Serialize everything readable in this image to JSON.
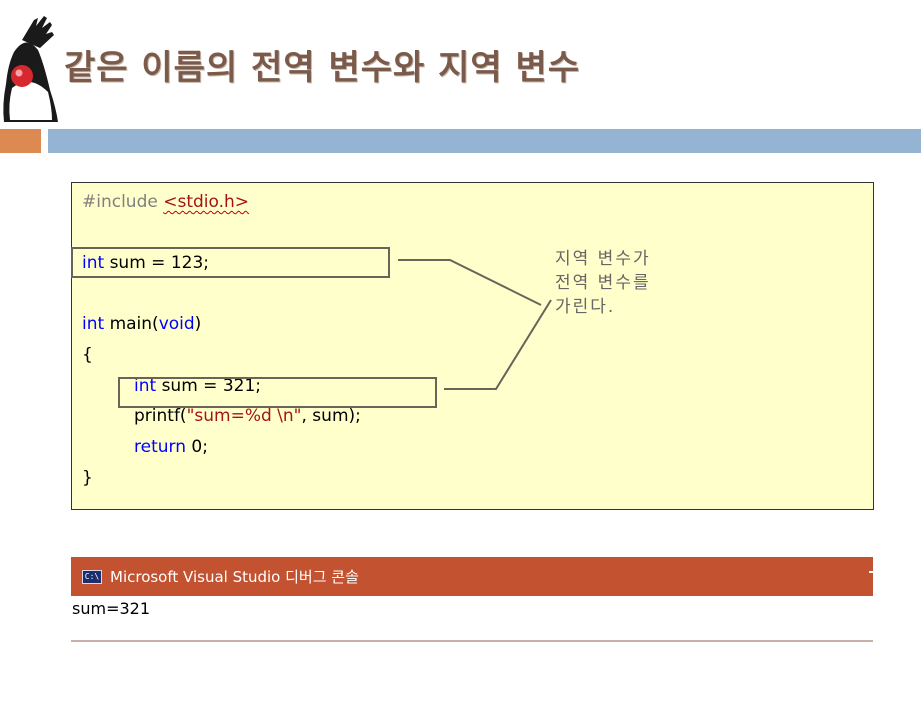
{
  "slide": {
    "title": "같은 이름의 전역 변수와 지역 변수",
    "mascot_icon": "duke-mascot-icon",
    "colors": {
      "orange_bar": "#dc8a52",
      "blue_bar": "#95b3d2",
      "code_bg": "#ffffcc",
      "console_title_bg": "#c25230"
    }
  },
  "code": {
    "line1_directive": "#include",
    "line1_header": "<stdio.h>",
    "line2_type": "int",
    "line2_rest": " sum = 123;",
    "line3_type": "int",
    "line3_name": " main(",
    "line3_param": "void",
    "line3_close": ")",
    "line4": "{",
    "line5_type": "int",
    "line5_rest": " sum = 321;",
    "line6_call": "printf(",
    "line6_string": "\"sum=%d \\n\"",
    "line6_rest": ", sum);",
    "line7_keyword": "return",
    "line7_rest": " 0;",
    "line8": "}"
  },
  "note": {
    "line1": "지역 변수가",
    "line2": "전역 변수를",
    "line3": "가린다."
  },
  "console": {
    "icon_label": "C:\\",
    "title": "Microsoft Visual Studio 디버그 콘솔",
    "output": "sum=321"
  }
}
